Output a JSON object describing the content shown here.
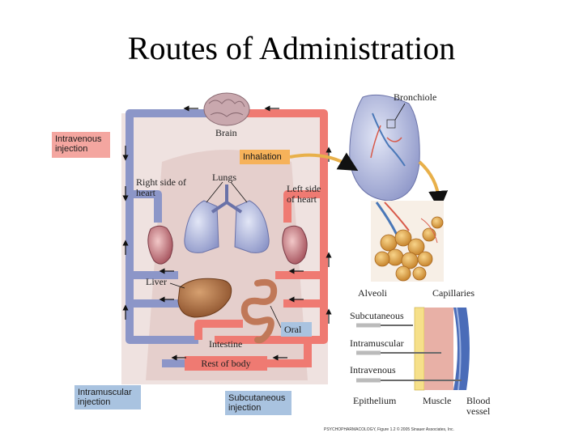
{
  "title": "Routes of Administration",
  "labels": {
    "bronchiole": "Bronchiole",
    "brain": "Brain",
    "intravenous_injection": "Intravenous injection",
    "inhalation": "Inhalation",
    "lungs": "Lungs",
    "right_side_of_heart": "Right side of heart",
    "left_side_of_heart": "Left side of heart",
    "liver": "Liver",
    "oral": "Oral",
    "intestine": "Intestine",
    "rest_of_body": "Rest of body",
    "intramuscular_injection": "Intramuscular injection",
    "subcutaneous_injection": "Subcutaneous injection",
    "alveoli": "Alveoli",
    "capillaries": "Capillaries",
    "subcutaneous": "Subcutaneous",
    "intramuscular": "Intramuscular",
    "intravenous": "Intravenous",
    "epithelium": "Epithelium",
    "muscle": "Muscle",
    "blood_vessel": "Blood vessel",
    "caption": "PSYCHOPHARMACOLOGY, Figure 1.2 © 2005 Sinauer Associates, Inc."
  },
  "colors": {
    "venous": "#8c96c8",
    "arterial": "#ef7a72",
    "body_shadow": "#e8d3d0",
    "iv_box": "#f4a6a0",
    "inhalation_box": "#f6b25a",
    "route_box": "#a9c3e0"
  }
}
